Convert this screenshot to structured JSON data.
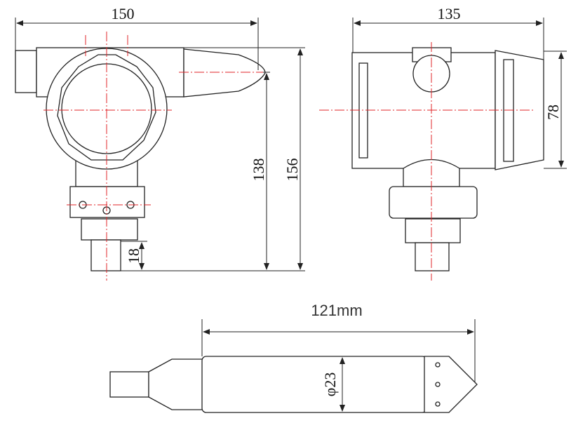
{
  "labels": {
    "left_width": "150",
    "right_width": "135",
    "height_inner": "138",
    "height_total": "156",
    "fitting_height": "18",
    "cover_height": "78",
    "probe_length": "121mm",
    "probe_diameter": "φ23"
  },
  "colors": {
    "centerline": "#e0242a",
    "outline": "#222222"
  }
}
